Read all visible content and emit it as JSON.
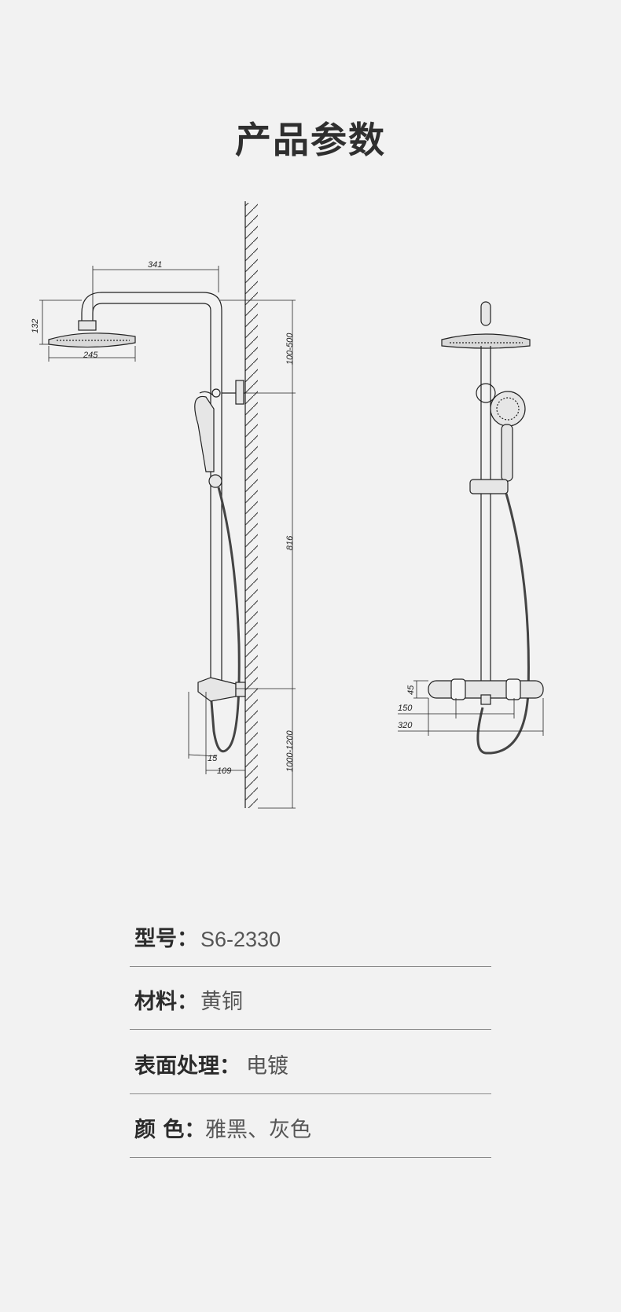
{
  "title": "产品参数",
  "dimensions": {
    "arm_length": "341",
    "head_height": "132",
    "head_diameter": "245",
    "top_bracket_range": "100-500",
    "rail_height": "816",
    "install_height": "1000-1200",
    "angle": "15",
    "valve_depth": "109",
    "valve_height": "45",
    "outlet_spacing": "150",
    "valve_width": "320"
  },
  "specs": [
    {
      "label": "型号：",
      "value": "S6-2330"
    },
    {
      "label": "材料：",
      "value": "黄铜"
    },
    {
      "label": "表面处理：",
      "value": "电镀"
    },
    {
      "label": "颜 色：",
      "value": "雅黑、灰色"
    }
  ]
}
